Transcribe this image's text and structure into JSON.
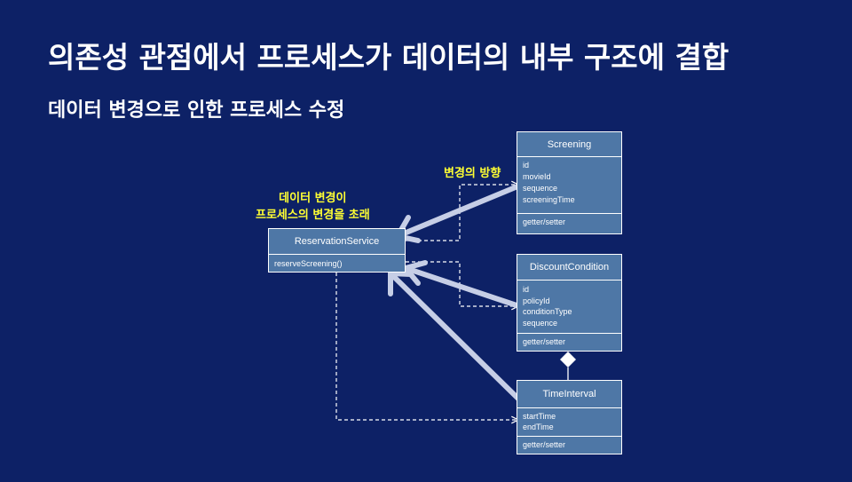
{
  "slide": {
    "title": "의존성 관점에서 프로세스가 데이터의 내부 구조에 결합",
    "subtitle": "데이터 변경으로 인한 프로세스 수정"
  },
  "annotations": {
    "direction_label": "변경의 방향",
    "impact_line1": "데이터 변경이",
    "impact_line2": "프로세스의 변경을 초래"
  },
  "classes": {
    "reservation_service": {
      "name": "ReservationService",
      "methods": [
        "reserveScreening()"
      ]
    },
    "screening": {
      "name": "Screening",
      "fields": [
        "id",
        "movieId",
        "sequence",
        "screeningTime"
      ],
      "methods": [
        "getter/setter"
      ]
    },
    "discount_condition": {
      "name": "DiscountCondition",
      "fields": [
        "id",
        "policyId",
        "conditionType",
        "sequence"
      ],
      "methods": [
        "getter/setter"
      ]
    },
    "time_interval": {
      "name": "TimeInterval",
      "fields": [
        "startTime",
        "endTime"
      ],
      "methods": [
        "getter/setter"
      ]
    }
  },
  "colors": {
    "background": "#0d2166",
    "class_fill": "#4e77a6",
    "arrow": "#c6cee6",
    "highlight_text": "#ffff33"
  }
}
